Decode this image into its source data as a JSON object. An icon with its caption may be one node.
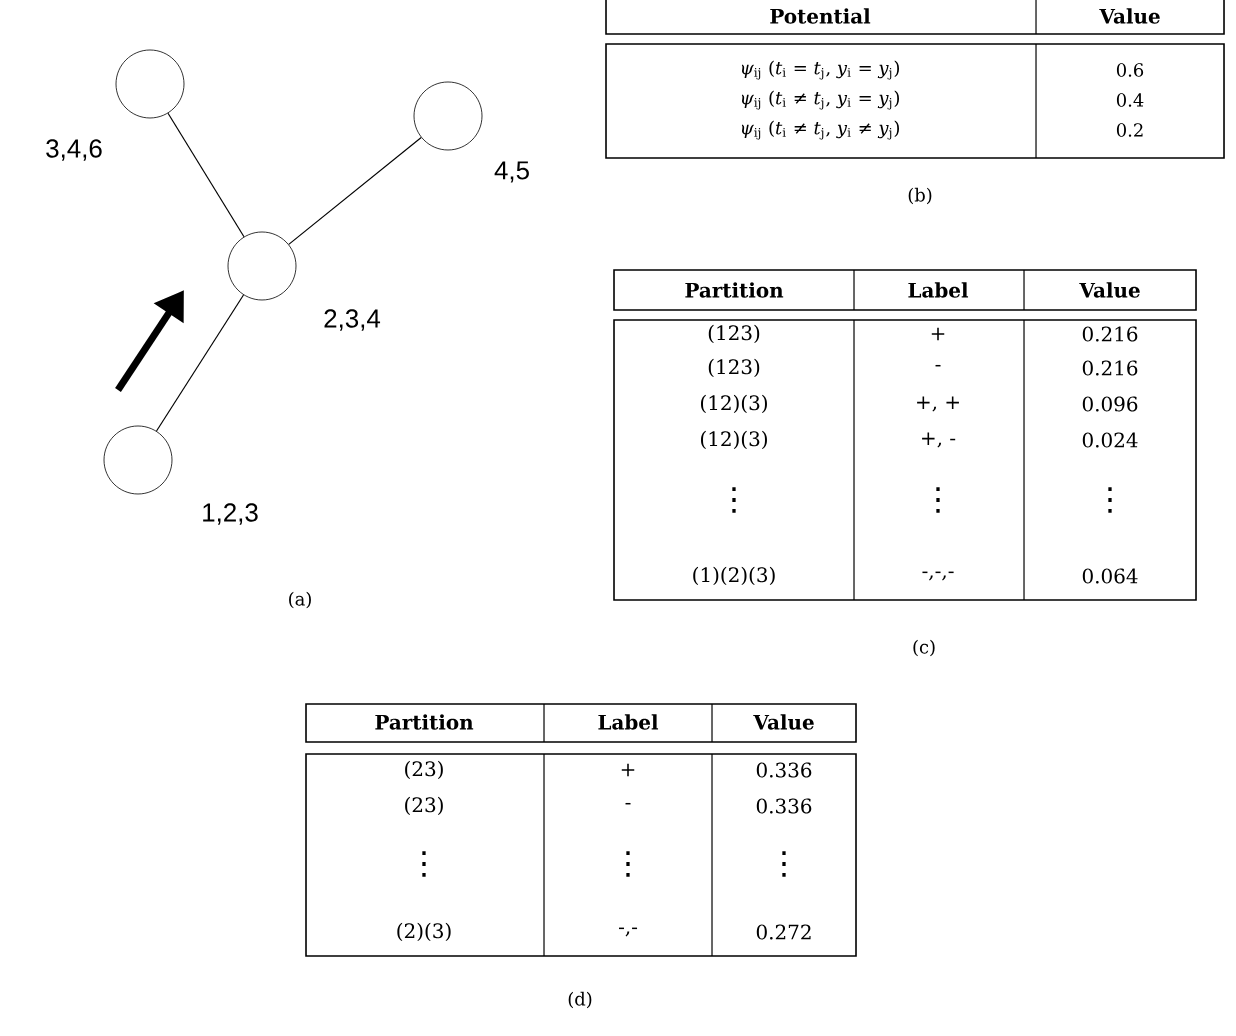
{
  "diagram": {
    "nodes": [
      {
        "text": [],
        "shape": "circle",
        "beside": [
          "3,4,6"
        ]
      },
      {
        "text": [],
        "shape": "circle",
        "beside": [
          "4,5"
        ]
      },
      {
        "text": [],
        "shape": "circle",
        "beside": [
          "2,3,4"
        ]
      },
      {
        "text": [],
        "shape": "circle",
        "beside": [
          "1,2,3"
        ]
      }
    ],
    "edges": [
      {
        "from": 2,
        "to": 0,
        "arrow": "none"
      },
      {
        "from": 2,
        "to": 1,
        "arrow": "none"
      },
      {
        "from": 2,
        "to": 3,
        "arrow": "none"
      }
    ],
    "labels": [
      "Potential",
      "Value",
      "*ψ*$_{ij}$ (*t*$_{i}$ = *t*$_{j}$, *y*$_{i}$ = *y*$_{j}$)",
      "0.6",
      "*ψ*$_{ij}$ (*t*$_{i}$ ≠ *t*$_{j}$, *y*$_{i}$ = *y*$_{j}$)",
      "0.4",
      "*ψ*$_{ij}$ (*t*$_{i}$ ≠ *t*$_{j}$, *y*$_{i}$ ≠ *y*$_{j}$)",
      "0.2",
      "(b)",
      "Partition",
      "Label",
      "Value",
      "(123)",
      "+",
      "0.216",
      "(123)",
      "-",
      "0.216",
      "(12)(3)",
      "+, +",
      "0.096",
      "(12)(3)",
      "+, -",
      "0.024",
      "⋮",
      "⋮",
      "⋮",
      "(1)(2)(3)",
      "-,-,-",
      "0.064",
      "(a)",
      "(c)",
      "Partition",
      "Label",
      "Value",
      "(23)",
      "+",
      "0.336",
      "(23)",
      "-",
      "0.336",
      "⋮",
      "⋮",
      "⋮",
      "(2)(3)",
      "-,-",
      "0.272",
      "(d)"
    ]
  }
}
